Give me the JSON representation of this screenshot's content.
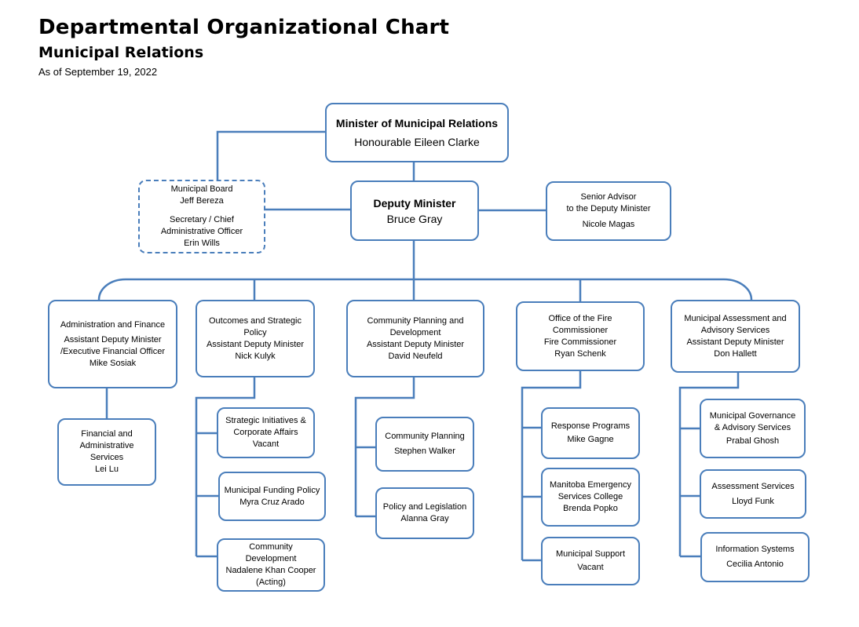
{
  "header": {
    "title": "Departmental Organizational Chart",
    "subtitle": "Municipal Relations",
    "as_of": "As of September 19, 2022"
  },
  "colors": {
    "line": "#4a7ebb",
    "border": "#4a7ebb"
  },
  "minister": {
    "title": "Minister of Municipal Relations",
    "name": "Honourable Eileen Clarke"
  },
  "municipal_board": {
    "l1": "Municipal Board",
    "l2": "Jeff Bereza",
    "l3": "Secretary / Chief",
    "l4": "Administrative Officer",
    "l5": "Erin Wills"
  },
  "deputy": {
    "title": "Deputy Minister",
    "name": "Bruce Gray"
  },
  "senior_advisor": {
    "l1": "Senior Advisor",
    "l2": "to the Deputy Minister",
    "l3": "Nicole Magas"
  },
  "admin_finance": {
    "l1": "Administration and Finance",
    "l2": "Assistant Deputy Minister",
    "l3": "/Executive Financial Officer",
    "l4": "Mike Sosiak"
  },
  "financial_admin": {
    "l1": "Financial and",
    "l2": "Administrative",
    "l3": "Services",
    "l4": "Lei Lu"
  },
  "outcomes": {
    "l1": "Outcomes and Strategic",
    "l2": "Policy",
    "l3": "Assistant Deputy Minister",
    "l4": "Nick Kulyk"
  },
  "strategic_init": {
    "l1": "Strategic Initiatives &",
    "l2": "Corporate Affairs",
    "l3": "Vacant"
  },
  "funding_policy": {
    "l1": "Municipal Funding Policy",
    "l2": "Myra Cruz Arado"
  },
  "community_dev": {
    "l1": "Community",
    "l2": "Development",
    "l3": "Nadalene Khan Cooper",
    "l4": "(Acting)"
  },
  "community_planning_dev": {
    "l1": "Community Planning and",
    "l2": "Development",
    "l3": "Assistant Deputy Minister",
    "l4": "David Neufeld"
  },
  "community_planning": {
    "l1": "Community Planning",
    "l2": "Stephen Walker"
  },
  "policy_legislation": {
    "l1": "Policy and Legislation",
    "l2": "Alanna Gray"
  },
  "fire_commissioner": {
    "l1": "Office of the Fire",
    "l2": "Commissioner",
    "l3": "Fire Commissioner",
    "l4": "Ryan Schenk"
  },
  "response_programs": {
    "l1": "Response Programs",
    "l2": "Mike Gagne"
  },
  "emergency_college": {
    "l1": "Manitoba Emergency",
    "l2": "Services College",
    "l3": "Brenda Popko"
  },
  "municipal_support": {
    "l1": "Municipal Support",
    "l2": "Vacant"
  },
  "assessment_advisory": {
    "l1": "Municipal Assessment and",
    "l2": "Advisory Services",
    "l3": "Assistant Deputy Minister",
    "l4": "Don Hallett"
  },
  "governance": {
    "l1": "Municipal Governance",
    "l2": "& Advisory Services",
    "l3": "Prabal Ghosh"
  },
  "assessment_services": {
    "l1": "Assessment Services",
    "l2": "Lloyd Funk"
  },
  "info_systems": {
    "l1": "Information Systems",
    "l2": "Cecilia Antonio"
  }
}
